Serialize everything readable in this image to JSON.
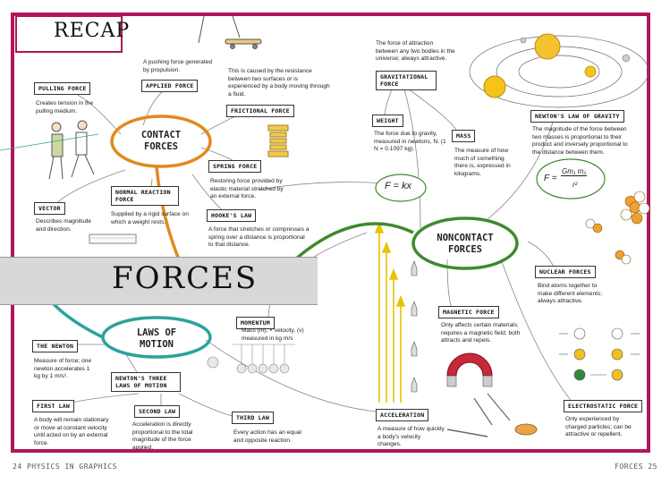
{
  "header": {
    "recap": "RECAP"
  },
  "title": "FORCES",
  "hubs": {
    "contact": "CONTACT FORCES",
    "noncontact": "NONCONTACT FORCES",
    "laws": "LAWS OF MOTION"
  },
  "nodes": {
    "pulling": {
      "label": "PULLING FORCE",
      "text": "Creates tension in the pulling medium."
    },
    "applied": {
      "label": "APPLIED FORCE",
      "text": "A pushing force generated by propulsion."
    },
    "frictional": {
      "label": "FRICTIONAL FORCE",
      "text": "This is caused by the resistance between two surfaces or is experienced by a body moving through a fluid."
    },
    "spring": {
      "label": "SPRING FORCE",
      "text": "Restoring force provided by elastic material stretched by an external force."
    },
    "normal": {
      "label": "NORMAL REACTION FORCE",
      "text": "Supplied by a rigid surface on which a weight rests."
    },
    "vector": {
      "label": "VECTOR",
      "text": "Describes magnitude and direction."
    },
    "hooke": {
      "label": "HOOKE'S LAW",
      "text": "A force that stretches or compresses a spring over a distance is proportional to that distance."
    },
    "gravitational": {
      "label": "GRAVITATIONAL FORCE",
      "text": "The force of attraction between any two bodies in the universe; always attractive."
    },
    "weight": {
      "label": "WEIGHT",
      "text": "The force due to gravity, measured in newtons, N. (1 N = 0.1097 kg)."
    },
    "mass": {
      "label": "MASS",
      "text": "The measure of how much of something there is, expressed in kilograms."
    },
    "newton_gravity": {
      "label": "NEWTON'S LAW OF GRAVITY",
      "text": "The magnitude of the force between two masses is proportional to their product and inversely proportional to the distance between them."
    },
    "nuclear": {
      "label": "NUCLEAR FORCES",
      "text": "Bind atoms together to make different elements; always attractive."
    },
    "magnetic": {
      "label": "MAGNETIC FORCE",
      "text": "Only affects certain materials; requires a magnetic field; both attracts and repels."
    },
    "electrostatic": {
      "label": "ELECTROSTATIC FORCE",
      "text": "Only experienced by charged particles; can be attractive or repellent."
    },
    "acceleration": {
      "label": "ACCELERATION",
      "text": "A measure of how quickly a body's velocity changes."
    },
    "momentum": {
      "label": "MOMENTUM",
      "text": "Mass (m), × velocity, (v) measured in kg m/s"
    },
    "the_newton": {
      "label": "THE NEWTON",
      "text": "Measure of force; one newton accelerates 1 kg by 1 m/s²."
    },
    "three_laws": {
      "label": "NEWTON'S THREE LAWS OF MOTION"
    },
    "first_law": {
      "label": "FIRST LAW",
      "text": "A body will remain stationary or move at constant velocity until acted on by an external force."
    },
    "second_law": {
      "label": "SECOND LAW",
      "text": "Acceleration is directly proportional to the total magnitude of the force applied."
    },
    "third_law": {
      "label": "THIRD LAW",
      "text": "Every action has an equal and opposite reaction."
    }
  },
  "formulas": {
    "hooke": "F = kx",
    "gravity_lhs": "F =",
    "gravity_num": "Gm₁ m₂",
    "gravity_den": "r²"
  },
  "footer": {
    "left": "24 PHYSICS IN GRAPHICS",
    "right": "FORCES 25"
  },
  "colors": {
    "frame": "#b0175a",
    "contact": "#e08a1e",
    "noncontact": "#3e8a2e",
    "laws": "#2aa39a",
    "arrows": "#e8c300"
  }
}
